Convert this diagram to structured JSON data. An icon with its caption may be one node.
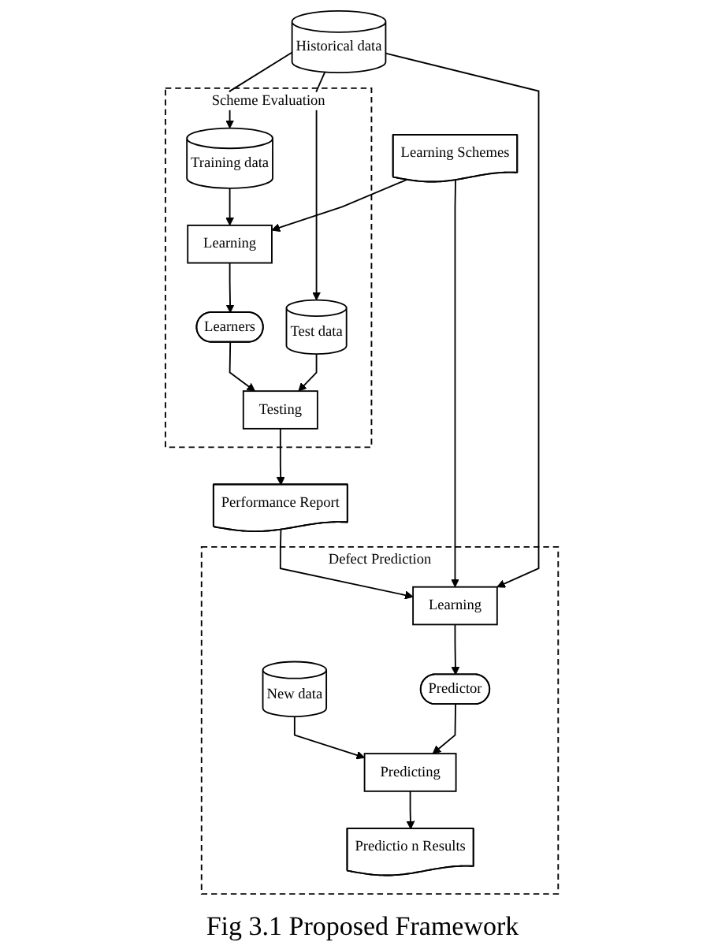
{
  "diagram": {
    "caption": "Fig 3.1 Proposed Framework",
    "nodes": [
      {
        "text": [
          "Learning Schemes"
        ]
      },
      {
        "text": [
          "Scheme Evaluation"
        ]
      },
      {
        "text": [
          "Training data"
        ],
        "in": 1
      },
      {
        "text": [
          "Learning"
        ],
        "in": 1
      },
      {
        "text": [
          "Historical data"
        ]
      },
      {
        "text": [
          "Learners"
        ],
        "in": 1
      },
      {
        "text": [
          "Test data"
        ],
        "in": 1
      },
      {
        "text": [
          "Testing"
        ],
        "in": 1
      },
      {
        "text": [
          "Performance Report"
        ]
      },
      {
        "text": [
          "Defect Prediction"
        ]
      },
      {
        "text": [
          "Learning"
        ],
        "in": 9
      },
      {
        "text": [
          "New data"
        ],
        "in": 9
      },
      {
        "text": [
          "Predictor"
        ],
        "in": 9
      },
      {
        "text": [
          "Predictio n Results"
        ],
        "in": 9
      },
      {
        "text": [
          "Predicting"
        ],
        "in": 9
      }
    ],
    "edges": [
      {
        "from": 0,
        "to": 3,
        "arrow": "to"
      },
      {
        "from": 4,
        "to": 2,
        "arrow": "to"
      },
      {
        "from": 4,
        "to": 6,
        "arrow": "to"
      },
      {
        "from": 2,
        "to": 3,
        "arrow": "to"
      },
      {
        "from": 3,
        "to": 5,
        "arrow": "to"
      },
      {
        "from": 5,
        "to": 7,
        "arrow": "to"
      },
      {
        "from": 6,
        "to": 7,
        "arrow": "to"
      },
      {
        "from": 7,
        "to": 8,
        "arrow": "to"
      },
      {
        "from": 8,
        "to": 10,
        "arrow": "to"
      },
      {
        "from": 4,
        "to": 10,
        "arrow": "to"
      },
      {
        "from": 0,
        "to": 10,
        "arrow": "to"
      },
      {
        "from": 10,
        "to": 12,
        "arrow": "to"
      },
      {
        "from": 12,
        "to": 14,
        "arrow": "to"
      },
      {
        "from": 11,
        "to": 14,
        "arrow": "to"
      },
      {
        "from": 14,
        "to": 13,
        "arrow": "to"
      }
    ]
  }
}
